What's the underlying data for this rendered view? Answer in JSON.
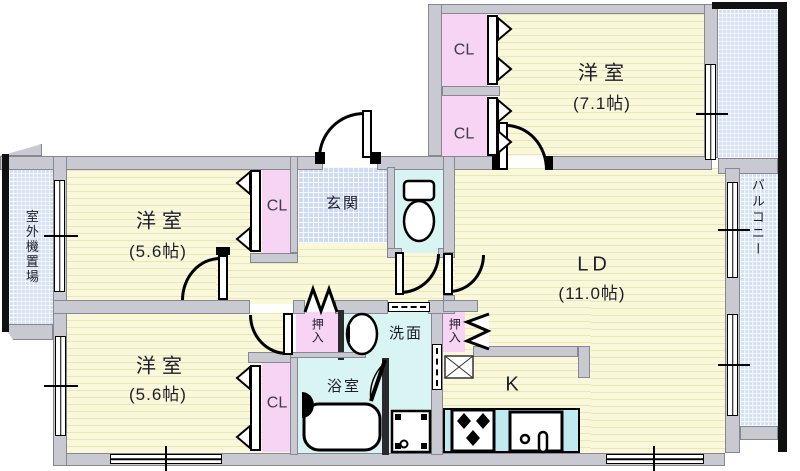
{
  "floorplan": {
    "rooms": {
      "bedroom_top": {
        "label": "洋室",
        "size": "(7.1帖)"
      },
      "bedroom_mid": {
        "label": "洋室",
        "size": "(5.6帖)"
      },
      "bedroom_bottom": {
        "label": "洋室",
        "size": "(5.6帖)"
      },
      "living_dining": {
        "label": "LD",
        "size": "(11.0帖)"
      },
      "kitchen": {
        "label": "K"
      },
      "entrance": {
        "label": "玄関"
      },
      "washroom": {
        "label": "洗面"
      },
      "bathroom": {
        "label": "浴室"
      },
      "balcony": {
        "label": "バルコニー"
      },
      "outdoor_unit_area": {
        "label": "室外機置場"
      },
      "closet_top_1": {
        "label": "CL"
      },
      "closet_top_2": {
        "label": "CL"
      },
      "closet_mid": {
        "label": "CL"
      },
      "closet_bottom": {
        "label": "CL"
      },
      "storage_hall": {
        "label": "押入"
      },
      "storage_kitchen": {
        "label": "押入"
      }
    },
    "colors": {
      "room_floor": "#faf8da",
      "closet_pink": "#f8d4f4",
      "wet_area_cyan": "#d9f5f3",
      "kitchen_counter": "#bfeaf0",
      "tile_blue": "#ccdbf3",
      "wall_gray": "#c9c9d2",
      "outline_black": "#111111"
    }
  }
}
